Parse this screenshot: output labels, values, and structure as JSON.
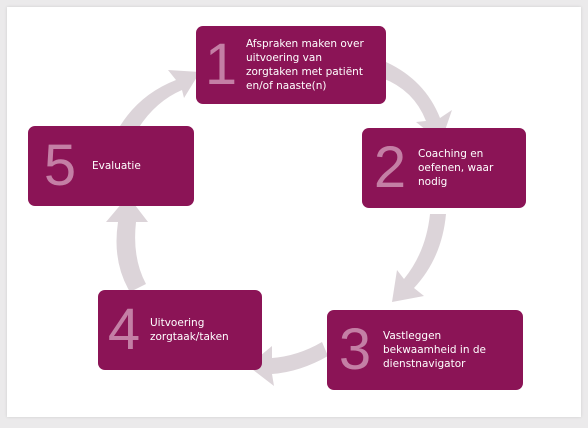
{
  "colors": {
    "box": "#8b1456",
    "number": "#c47fa5",
    "ring": "#dcd4d9",
    "background": "#ffffff"
  },
  "steps": [
    {
      "number": "1",
      "label": "Afspraken maken over\nuitvoering van\nzorgtaken met patiënt\nen/of naaste(n)"
    },
    {
      "number": "2",
      "label": "Coaching en\noefenen, waar\nnodig"
    },
    {
      "number": "3",
      "label": "Vastleggen\nbekwaamheid in de\ndienstnavigator"
    },
    {
      "number": "4",
      "label": "Uitvoering\nzorgtaak/taken"
    },
    {
      "number": "5",
      "label": "Evaluatie"
    }
  ]
}
